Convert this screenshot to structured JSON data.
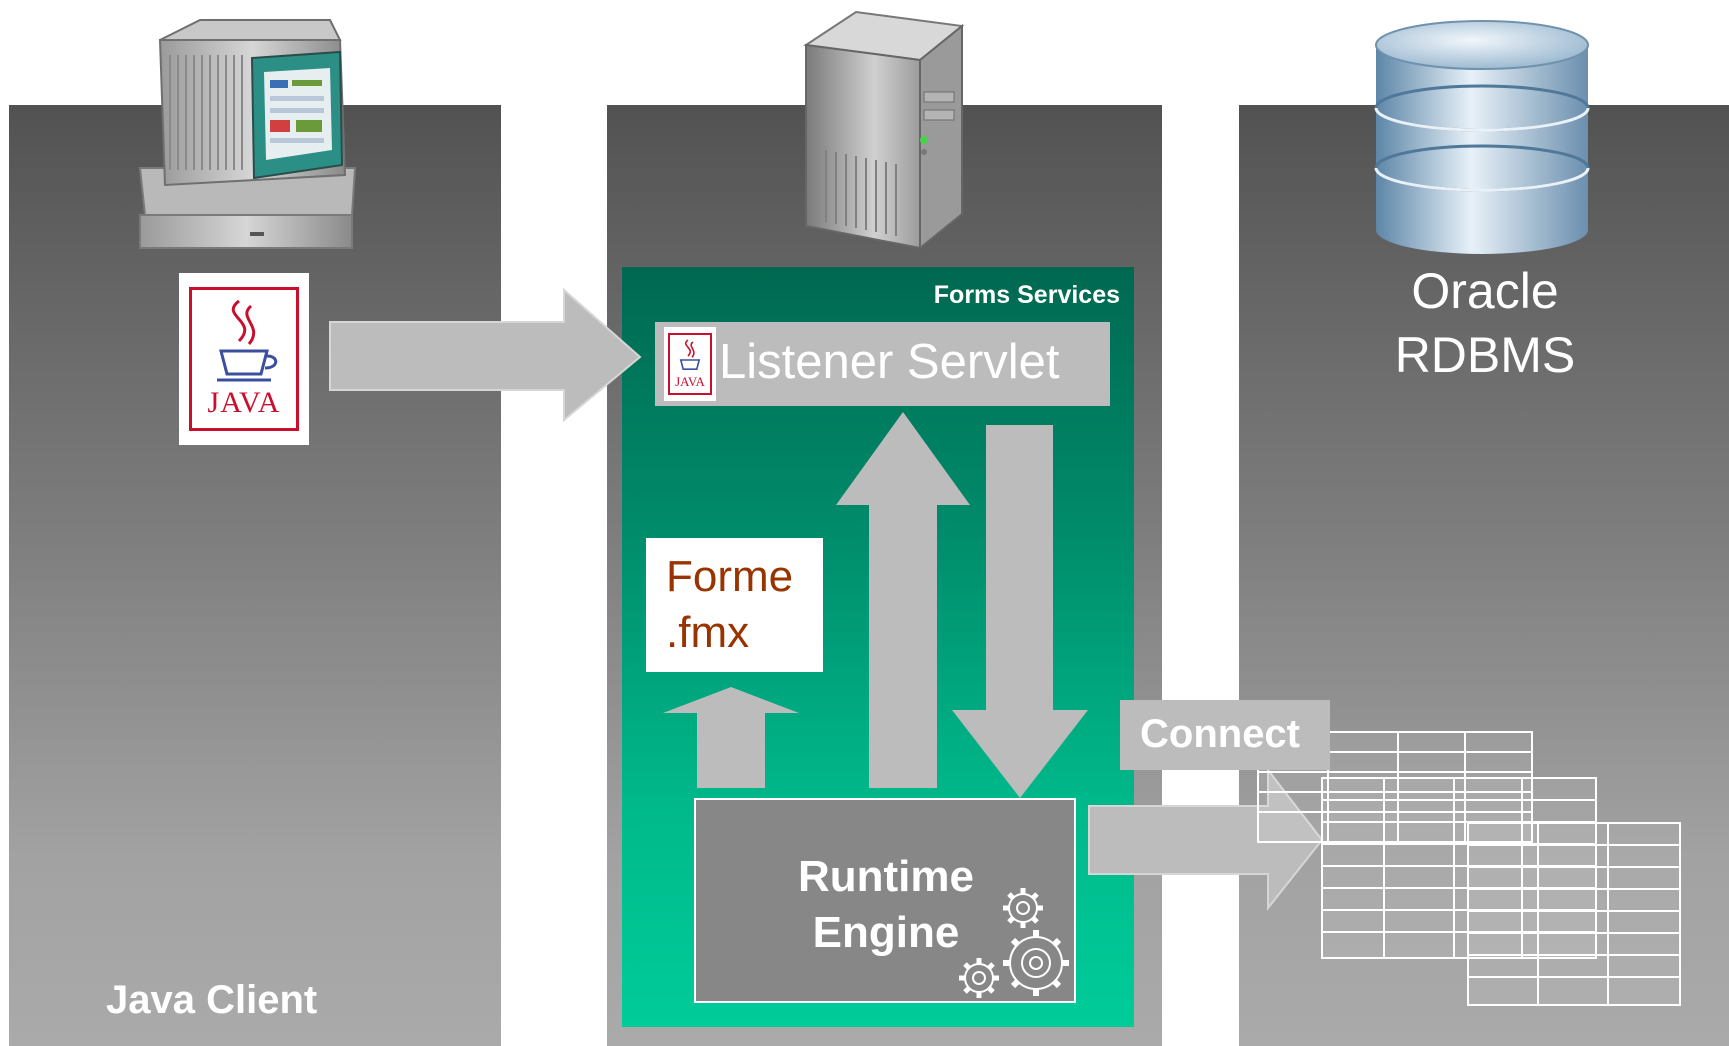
{
  "columns": {
    "client": {
      "label": "Java Client"
    },
    "server": {
      "panel_title": "Forms Services"
    },
    "database": {
      "label_line1": "Oracle",
      "label_line2": "RDBMS"
    }
  },
  "listener": {
    "label": "Listener Servlet"
  },
  "forme": {
    "line1": "Forme",
    "line2": ".fmx"
  },
  "runtime": {
    "line1": "Runtime",
    "line2": "Engine"
  },
  "connect": {
    "label": "Connect"
  },
  "logos": {
    "java_word": "JAVA"
  },
  "icons": [
    "computer-icon",
    "server-tower-icon",
    "database-icon",
    "java-logo-icon",
    "gears-icon",
    "tables-icon"
  ],
  "colors": {
    "panel_green_top": "#006850",
    "panel_green_bottom": "#00cc99",
    "arrow_gray": "#bcbcbc",
    "forme_text": "#993300",
    "java_red": "#c8102e"
  }
}
